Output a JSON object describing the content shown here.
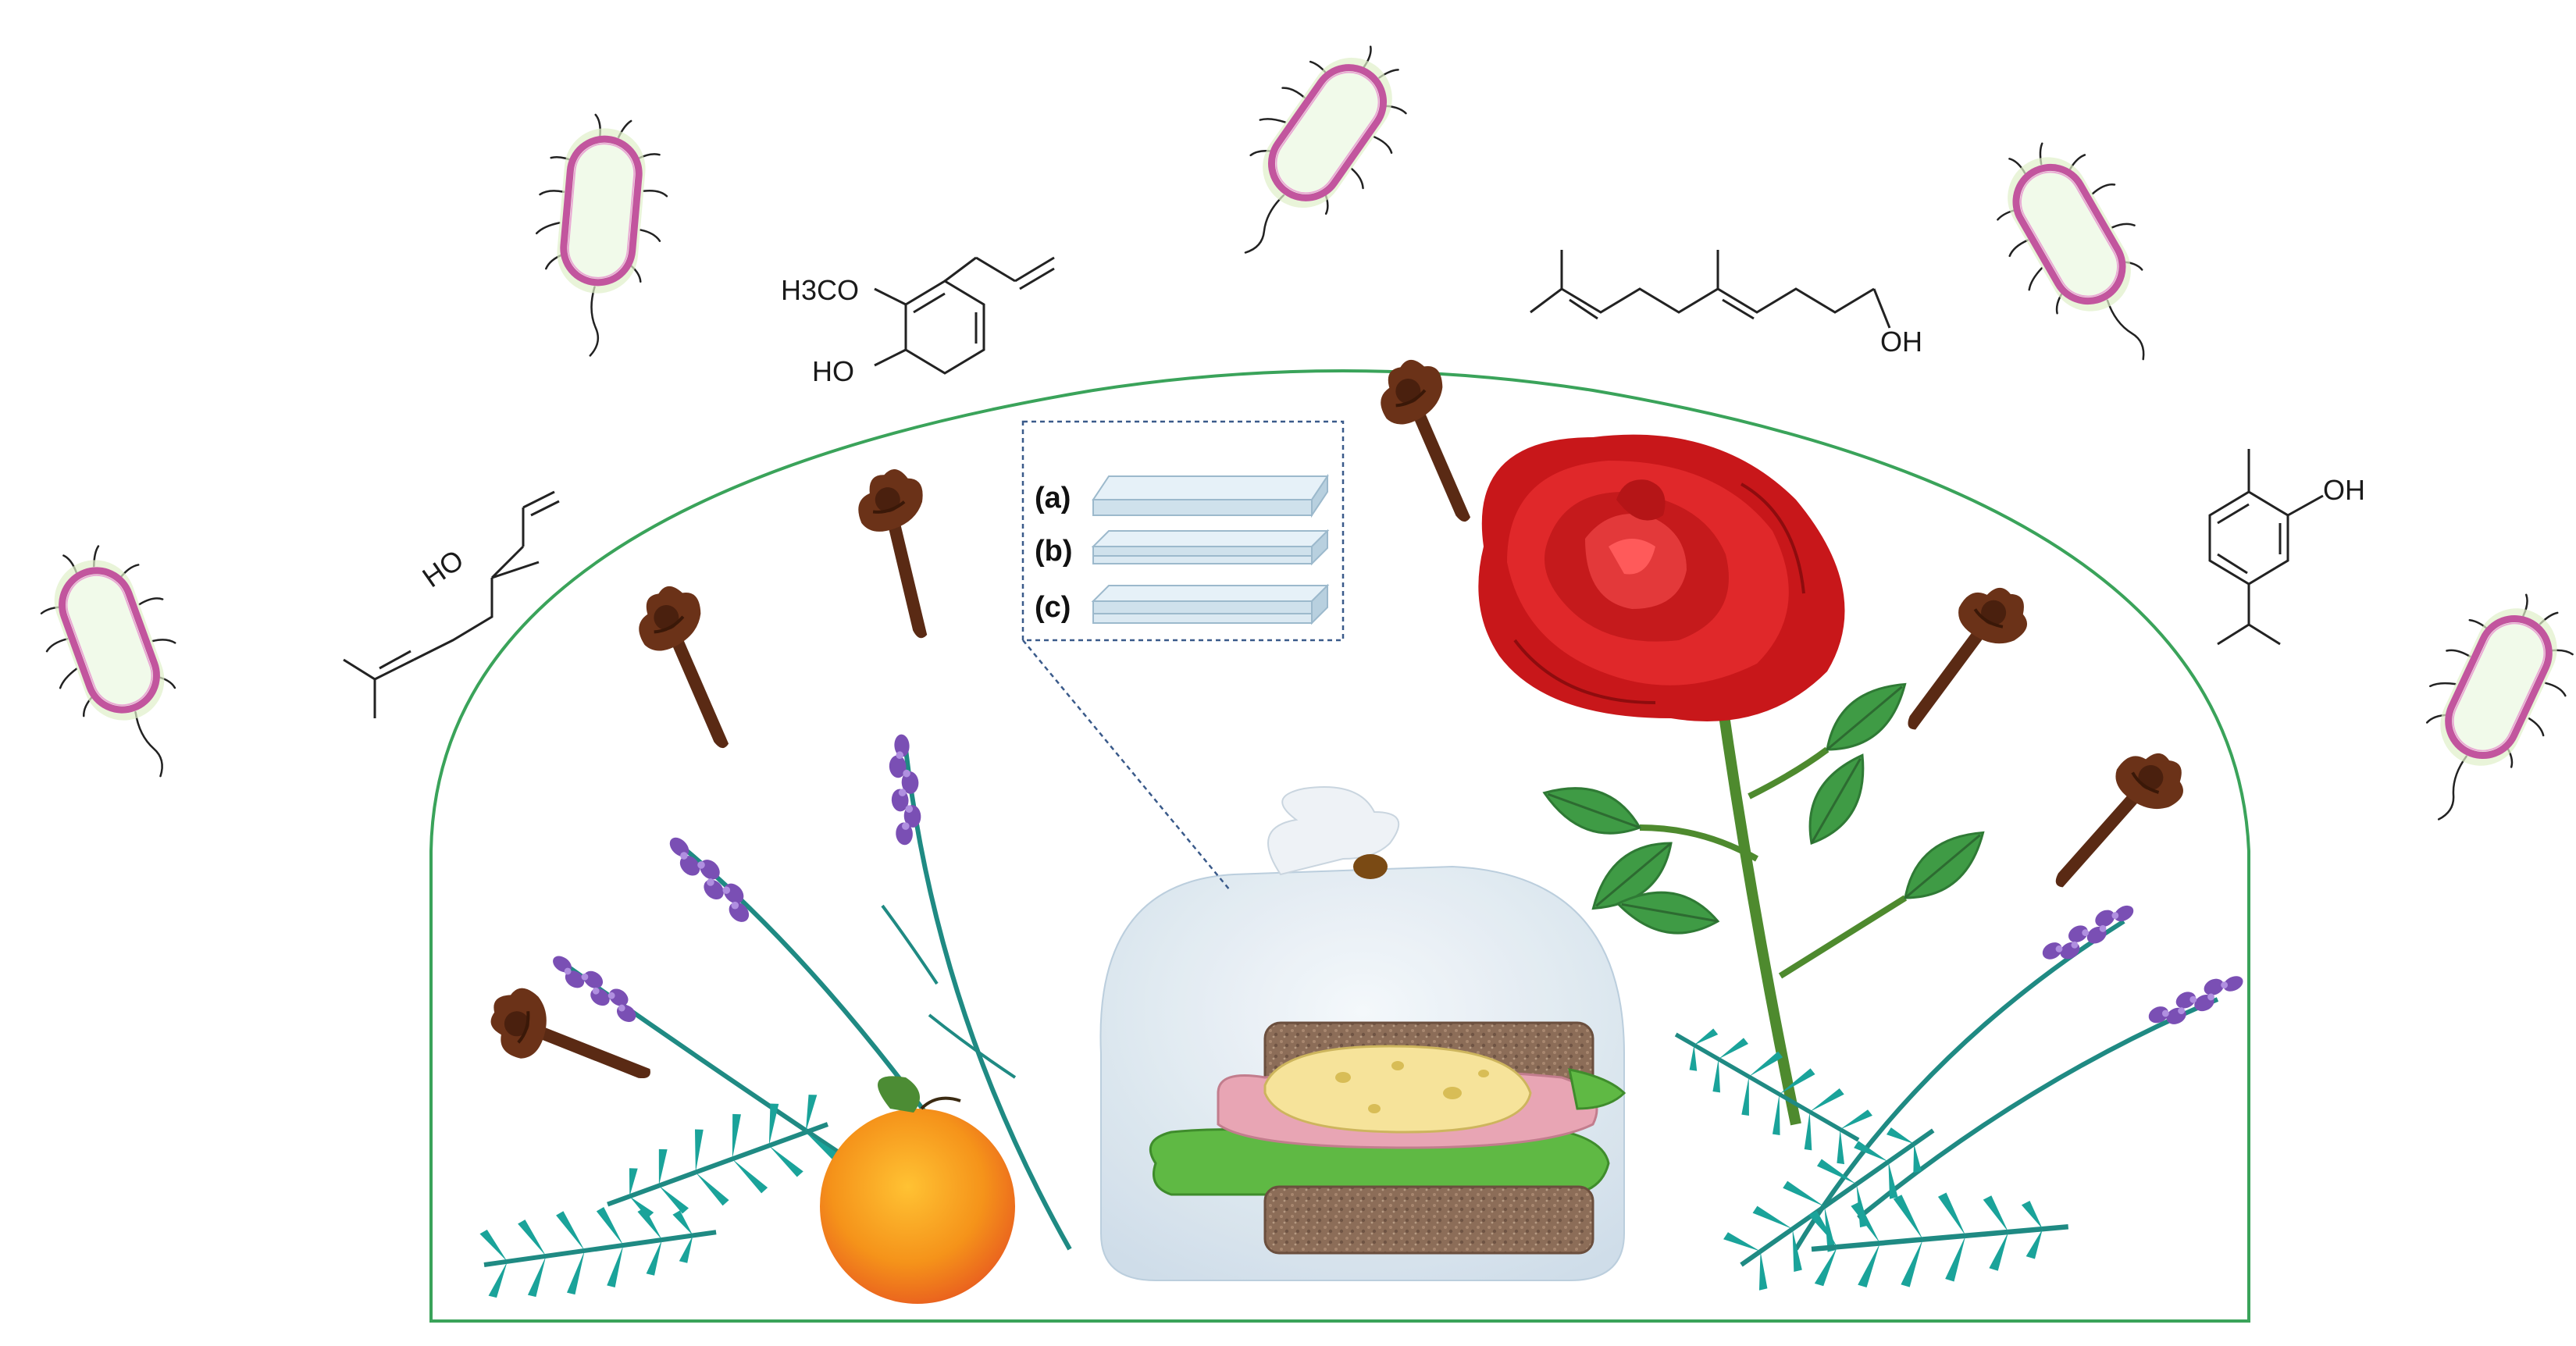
{
  "molecules": {
    "eugenol": {
      "label_methoxy": "H3CO",
      "label_hydroxy": "HO"
    },
    "geraniol": {
      "label_hydroxy": "OH"
    },
    "linalool": {
      "label_hydroxy": "HO"
    },
    "thymol": {
      "label_hydroxy": "OH"
    }
  },
  "inset": {
    "label_a": "(a)",
    "label_b": "(b)",
    "label_c": "(c)"
  },
  "colors": {
    "dome_outline": "#3aa35a",
    "bacteria_wall": "#c2559e",
    "bacteria_fill": "#f0f9e6",
    "clove": "#5a2a14",
    "rose": "#d9191b",
    "leaf": "#3f9b45",
    "lavender_flower": "#7a4fb4",
    "lavender_stem": "#1f8a83",
    "orange": "#f29a1f",
    "bread": "#8a6a55",
    "bag": "#dbe7ef"
  }
}
